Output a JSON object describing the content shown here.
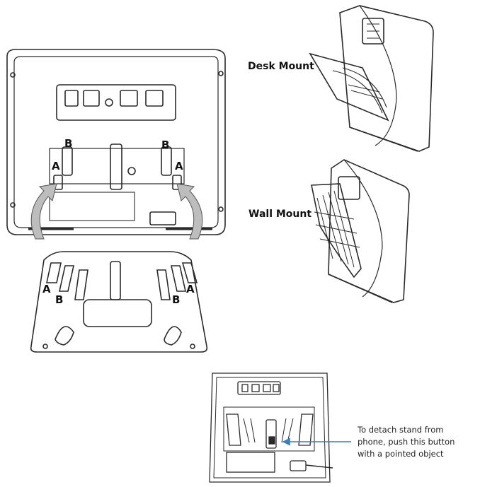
{
  "labels": {
    "desk_mount": "Desk Mount",
    "wall_mount": "Wall Mount",
    "callout_a": "A",
    "callout_b": "B"
  },
  "note": {
    "line1": "To detach stand from",
    "line2": "phone, push this button",
    "line3": "with a pointed object"
  },
  "colors": {
    "line": "#2a2a2a",
    "arrow": "#bdbdbd",
    "pointer": "#3a7fc1"
  }
}
